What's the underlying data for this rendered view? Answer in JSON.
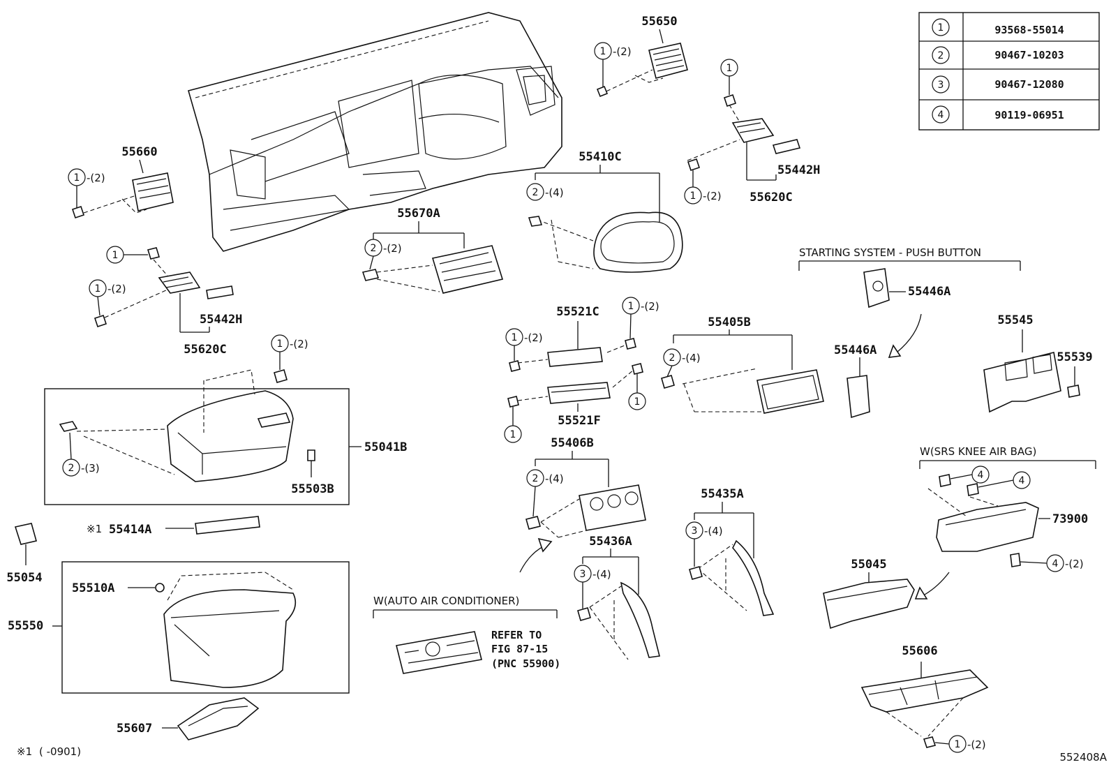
{
  "figure_code": "552408A",
  "footnote": {
    "mark": "※1",
    "text": "(       -0901)"
  },
  "table": {
    "rows": [
      {
        "circle": "1",
        "part": "93568-55014"
      },
      {
        "circle": "2",
        "part": "90467-10203"
      },
      {
        "circle": "3",
        "part": "90467-12080"
      },
      {
        "circle": "4",
        "part": "90119-06951"
      }
    ]
  },
  "parts": {
    "p55650": "55650",
    "p55660": "55660",
    "p55410C": "55410C",
    "p55670A": "55670A",
    "p55442H_left": "55442H",
    "p55620C_left": "55620C",
    "p55442H_right": "55442H",
    "p55620C_right": "55620C",
    "p55521C": "55521C",
    "p55521F": "55521F",
    "p55405B": "55405B",
    "p55446A_top": "55446A",
    "p55446A_bottom": "55446A",
    "p55545": "55545",
    "p55539": "55539",
    "p55041B": "55041B",
    "p55503B": "55503B",
    "p55414A": "55414A",
    "p55414A_mark": "※1",
    "p55054": "55054",
    "p55510A": "55510A",
    "p55550": "55550",
    "p55607": "55607",
    "p55406B": "55406B",
    "p55436A": "55436A",
    "p55435A": "55435A",
    "p73900": "73900",
    "p55045": "55045",
    "p55606": "55606"
  },
  "fastener_callouts": {
    "c55650": {
      "circle": "1",
      "qty": "-(2)"
    },
    "c55660": {
      "circle": "1",
      "qty": "-(2)"
    },
    "c620R_top": {
      "circle": "1",
      "qty": ""
    },
    "c620R_bot": {
      "circle": "1",
      "qty": "-(2)"
    },
    "c410C": {
      "circle": "2",
      "qty": "-(4)"
    },
    "c670A": {
      "circle": "2",
      "qty": "-(2)"
    },
    "c620L_top": {
      "circle": "1",
      "qty": ""
    },
    "c620L_bot": {
      "circle": "1",
      "qty": "-(2)"
    },
    "c041_top": {
      "circle": "1",
      "qty": "-(2)"
    },
    "c041_clip": {
      "circle": "2",
      "qty": "-(3)"
    },
    "c521C_left": {
      "circle": "1",
      "qty": "-(2)"
    },
    "c521C_right": {
      "circle": "1",
      "qty": "-(2)"
    },
    "c521F_right": {
      "circle": "1",
      "qty": ""
    },
    "c521F_left": {
      "circle": "1",
      "qty": ""
    },
    "c405B": {
      "circle": "2",
      "qty": "-(4)"
    },
    "c406B": {
      "circle": "2",
      "qty": "-(4)"
    },
    "c436A": {
      "circle": "3",
      "qty": "-(4)"
    },
    "c435A": {
      "circle": "3",
      "qty": "-(4)"
    },
    "c739_a": {
      "circle": "4",
      "qty": ""
    },
    "c739_b": {
      "circle": "4",
      "qty": ""
    },
    "c739_c": {
      "circle": "4",
      "qty": "-(2)"
    },
    "c606": {
      "circle": "1",
      "qty": "-(2)"
    }
  },
  "notes": {
    "starting_system": "STARTING SYSTEM - PUSH BUTTON",
    "srs_knee": "W(SRS KNEE AIR BAG)",
    "auto_ac": "W(AUTO AIR CONDITIONER)",
    "refer_line1": "REFER TO",
    "refer_line2": "FIG 87-15",
    "refer_line3": "(PNC 55900)"
  }
}
